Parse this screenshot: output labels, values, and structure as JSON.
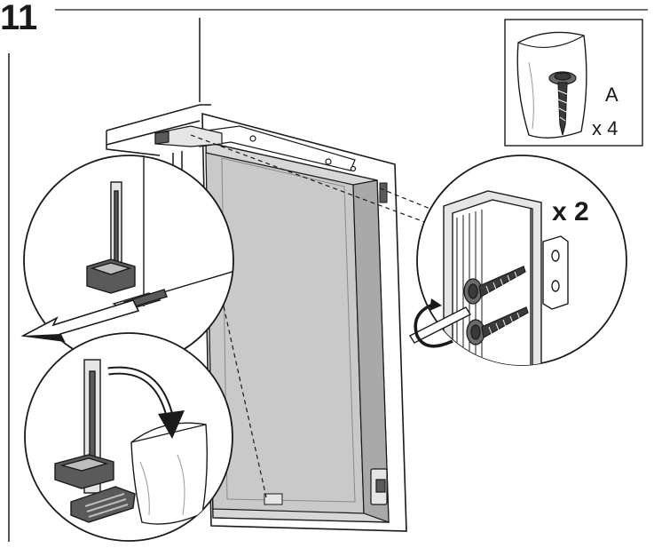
{
  "step": {
    "number": "11"
  },
  "inset_parts": {
    "part_letter": "A",
    "quantity": "x 4"
  },
  "inset_screws": {
    "quantity": "x 2"
  },
  "colors": {
    "line": "#1a1a1a",
    "door_panel": "#c9c9c9",
    "door_frame_shade": "#a9a9a9",
    "bracket_dark": "#5a5a5a",
    "screw": "#3a3a3a",
    "background": "#ffffff"
  }
}
